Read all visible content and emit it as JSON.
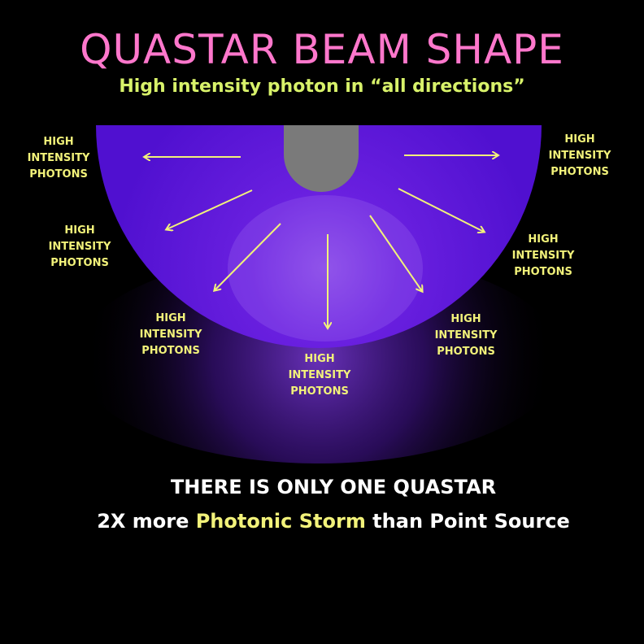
{
  "title": "QUASTAR BEAM SHAPE",
  "subtitle": "High intensity photon in “all directions”",
  "labels": [
    {
      "line1": "HIGH",
      "line2": "INTENSITY",
      "line3": "PHOTONS"
    },
    {
      "line1": "HIGH",
      "line2": "INTENSITY",
      "line3": "PHOTONS"
    },
    {
      "line1": "HIGH",
      "line2": "INTENSITY",
      "line3": "PHOTONS"
    },
    {
      "line1": "HIGH",
      "line2": "INTENSITY",
      "line3": "PHOTONS"
    },
    {
      "line1": "HIGH",
      "line2": "INTENSITY",
      "line3": "PHOTONS"
    },
    {
      "line1": "HIGH",
      "line2": "INTENSITY",
      "line3": "PHOTONS"
    },
    {
      "line1": "HIGH",
      "line2": "INTENSITY",
      "line3": "PHOTONS"
    }
  ],
  "footer": {
    "line1": "THERE IS ONLY ONE QUASTAR",
    "line2_prefix": "2X more ",
    "line2_highlight": "Photonic Storm",
    "line2_suffix": " than Point Source"
  },
  "colors": {
    "title": "#ff77cc",
    "subtitle": "#d8f26a",
    "label": "#f2f27a",
    "arrow": "#f2f27a",
    "dome": "#5a14d6",
    "bulb": "#7a7a7a",
    "footer": "#ffffff",
    "footer_highlight": "#f2f27a"
  }
}
